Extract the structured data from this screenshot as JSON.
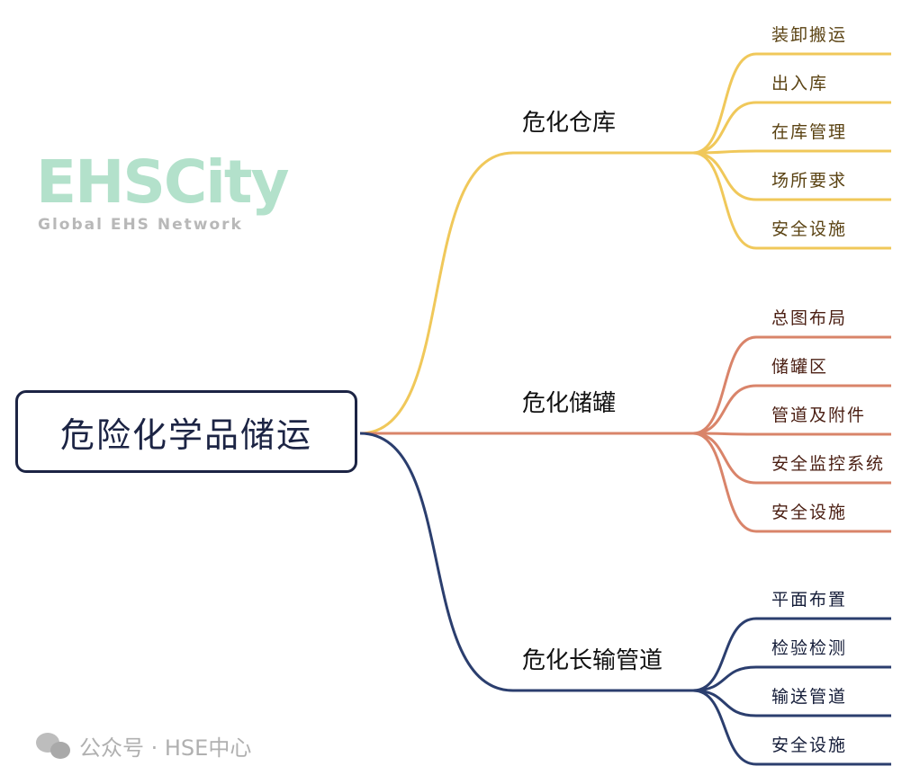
{
  "root": {
    "label": "危险化学品储运"
  },
  "branches": [
    {
      "label": "危化仓库",
      "color": "#f0c85a",
      "text_color": "#5a4212",
      "leaves": [
        "装卸搬运",
        "出入库",
        "在库管理",
        "场所要求",
        "安全设施"
      ]
    },
    {
      "label": "危化储罐",
      "color": "#d9846a",
      "text_color": "#4a1e12",
      "leaves": [
        "总图布局",
        "储罐区",
        "管道及附件",
        "安全监控系统",
        "安全设施"
      ]
    },
    {
      "label": "危化长输管道",
      "color": "#2b3e6e",
      "text_color": "#141c38",
      "leaves": [
        "平面布置",
        "检验检测",
        "输送管道",
        "安全设施"
      ]
    }
  ],
  "watermark": {
    "logo": "EHSCity",
    "tagline": "Global EHS Network"
  },
  "footer_watermark": {
    "text": "公众号 · HSE中心"
  }
}
